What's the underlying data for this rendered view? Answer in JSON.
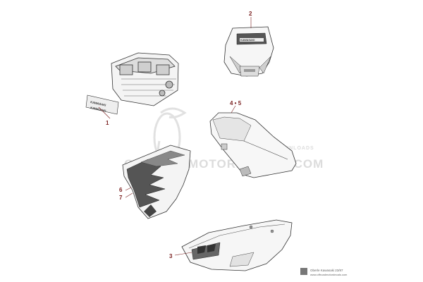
{
  "diagram": {
    "callouts": [
      {
        "id": "1",
        "label": "1"
      },
      {
        "id": "2",
        "label": "2"
      },
      {
        "id": "3",
        "label": "3"
      },
      {
        "id": "4-5",
        "label": "4 • 5"
      },
      {
        "id": "6",
        "label": "6"
      },
      {
        "id": "7",
        "label": "7"
      }
    ],
    "watermark": {
      "text": "OFFROADMOTORDECALS.COM",
      "side_text": "DOWNLOADS"
    },
    "footer": {
      "line1": "Oberle Kawasaki 23/87",
      "line2": "www.offroadmotordecals.com"
    },
    "decal_text": {
      "part1_line1": "KAWASAKI",
      "part1_line2": "KAWASAKI",
      "part2_plate": "KAWASAKI"
    }
  }
}
